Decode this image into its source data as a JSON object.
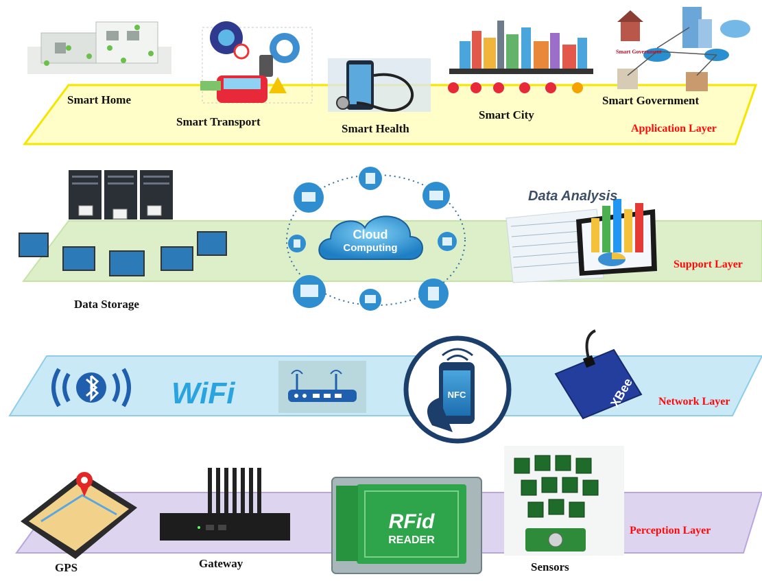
{
  "layers": [
    {
      "name": "Application Layer",
      "color": "#fffdc8",
      "border": "#f5e600",
      "items": [
        "Smart Home",
        "Smart Transport",
        "Smart Health",
        "Smart City",
        "Smart Government"
      ]
    },
    {
      "name": "Support Layer",
      "color": "#dcefc9",
      "border": "#c6e3a6",
      "items": [
        "Data Storage",
        "Cloud Computing",
        "Data Analysis"
      ]
    },
    {
      "name": "Network Layer",
      "color": "#c9e9f6",
      "border": "#8ecde8",
      "items": [
        "WiFi",
        "NFC",
        "XBee"
      ]
    },
    {
      "name": "Perception Layer",
      "color": "#ddd4f0",
      "border": "#b9a6dd",
      "items": [
        "GPS",
        "Gateway",
        "RFid READER",
        "Sensors"
      ]
    }
  ],
  "illustration_text": {
    "smart_government_small": "Smart Government",
    "cloud_line1": "Cloud",
    "cloud_line2": "Computing",
    "rfid_line1": "RFid",
    "rfid_line2": "READER",
    "nfc": "NFC",
    "xbee": "XBee"
  }
}
